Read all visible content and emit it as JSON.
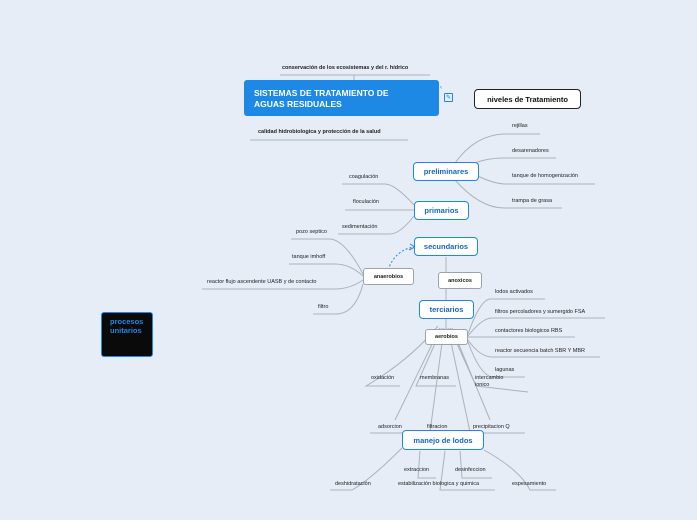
{
  "top_text": "conservación de los ecosistemas y del r. hídrico",
  "main": {
    "line1": "SISTEMAS DE TRATAMIENTO DE",
    "line2": "AGUAS RESIDUALES"
  },
  "niveles": "niveles de Tratamiento",
  "calidad": "calidad hidrobiologica y protección de la salud",
  "proc": "procesos unitarios",
  "preliminares": {
    "label": "preliminares",
    "items": [
      "rejillas",
      "desarenadores",
      "tanque de homogenización",
      "trampa de grasa"
    ]
  },
  "primarios": {
    "label": "primarios",
    "items": [
      "coagulación",
      "floculación",
      "sedimentación"
    ]
  },
  "secundarios": {
    "label": "secundarios"
  },
  "anaerobios": {
    "label": "anaerobios",
    "items": [
      "pozo septico",
      "tanque imhoff",
      "reactor flujo ascendente UASB y de contacto",
      "filtro"
    ]
  },
  "anoxicos": {
    "label": "anoxicos"
  },
  "terciarios": {
    "label": "terciarios"
  },
  "aerobios": {
    "label": "aerobios",
    "items": [
      "lodos activados",
      "filtros percoladores y sumergido FSA",
      "contactores biologicos RBS",
      "reactor secuencia batch SBR Y MBR",
      "lagunas"
    ]
  },
  "terciarios_items": [
    "oxidación",
    "membranas",
    "intercambio",
    "ionico",
    "adsorcion",
    "filtracion",
    "precipitacion Q"
  ],
  "lodos": {
    "label": "manejo de lodos",
    "items": [
      "extraccion",
      "desinfeccion",
      "deshidratación",
      "estabilización biologica y quimica",
      "espesamiento"
    ]
  },
  "colors": {
    "accent": "#1e88e5",
    "background": "#e6edf7",
    "link": "#9aa3ad"
  },
  "icons": {
    "note": "note-icon",
    "collapse": "collapse-arrow-icon"
  }
}
